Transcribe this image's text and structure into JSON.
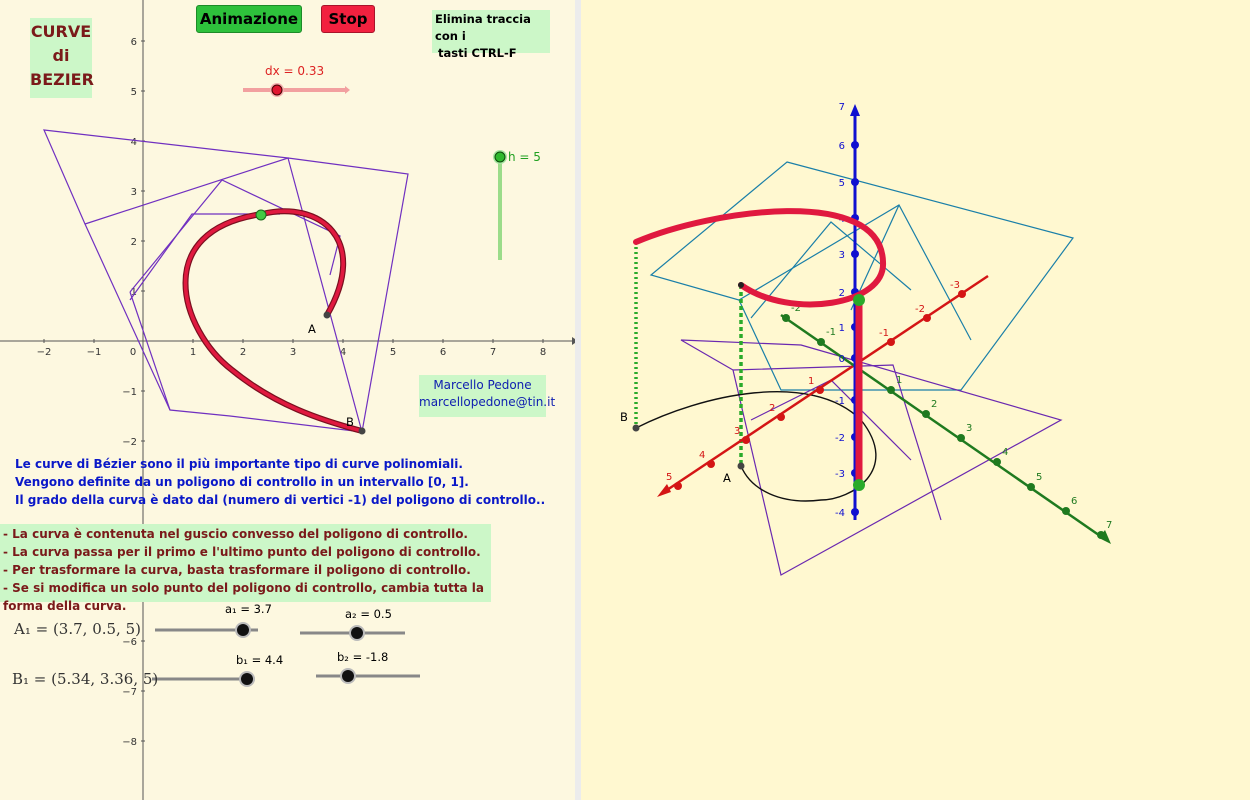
{
  "title": {
    "line1": "CURVE",
    "line2": "di",
    "line3": "BEZIER"
  },
  "buttons": {
    "animate_label": "Animazione",
    "stop_label": "Stop"
  },
  "hint": {
    "line1": "Elimina traccia con i",
    "line2": "tasti CTRL-F"
  },
  "author": {
    "name": "Marcello Pedone",
    "email": "marcellopedone@tin.it"
  },
  "sliders": {
    "dx_label": "dx = 0.33",
    "h_label": "h = 5",
    "a1_label": "a₁ = 3.7",
    "a2_label": "a₂ = 0.5",
    "b1_label": "b₁ = 4.4",
    "b2_label": "b₂ = -1.8",
    "dx": 0.33,
    "h": 5,
    "a1": 3.7,
    "a2": 0.5,
    "b1": 4.4,
    "b2": -1.8
  },
  "points": {
    "A1_label": "A₁ = (3.7, 0.5, 5)",
    "B1_label": "B₁ = (5.34, 3.36, 5)",
    "A": "A",
    "B": "B"
  },
  "description": {
    "line1": "Le curve di Bézier sono il più importante tipo di curve polinomiali.",
    "line2": "Vengono definite da un poligono di controllo in un intervallo [0, 1].",
    "line3": "Il grado della curva è dato dal (numero di vertici -1) del poligono di controllo.."
  },
  "properties": [
    "- La curva è contenuta nel guscio convesso del poligono di controllo.",
    "- La curva passa per il primo e l'ultimo punto del poligono di controllo.",
    "- Per trasformare la curva, basta trasformare il poligono di controllo.",
    "- Se si modifica un solo punto del poligono di controllo, cambia tutta la forma della curva."
  ],
  "axes2d": {
    "x_ticks": [
      "−2",
      "−1",
      "0",
      "1",
      "2",
      "3",
      "4",
      "5",
      "6",
      "7",
      "8"
    ],
    "y_ticks": [
      "6",
      "5",
      "4",
      "3",
      "2",
      "1",
      "−1",
      "−2",
      "−6",
      "−7",
      "−8"
    ]
  },
  "axes3d": {
    "z_ticks": [
      "7",
      "6",
      "5",
      "4",
      "3",
      "2",
      "1",
      "0",
      "-1",
      "-2",
      "-3",
      "-4"
    ],
    "x_ticks": [
      "5",
      "4",
      "3",
      "2",
      "1",
      "-1",
      "-2",
      "-3"
    ],
    "y_ticks": [
      "-2",
      "-1",
      "1",
      "2",
      "3",
      "4",
      "5",
      "6",
      "7"
    ]
  },
  "colors": {
    "panel_bg_2d": "#fdf8e0",
    "panel_bg_3d": "#fff8d0",
    "box_green": "#ccf7c8",
    "curve_red": "#e0193f",
    "polygon_purple": "#7030c0",
    "polygon_teal": "#1a7fa8",
    "axis_red": "#d41515",
    "axis_green": "#1f7a1f",
    "axis_blue": "#1010d0"
  }
}
